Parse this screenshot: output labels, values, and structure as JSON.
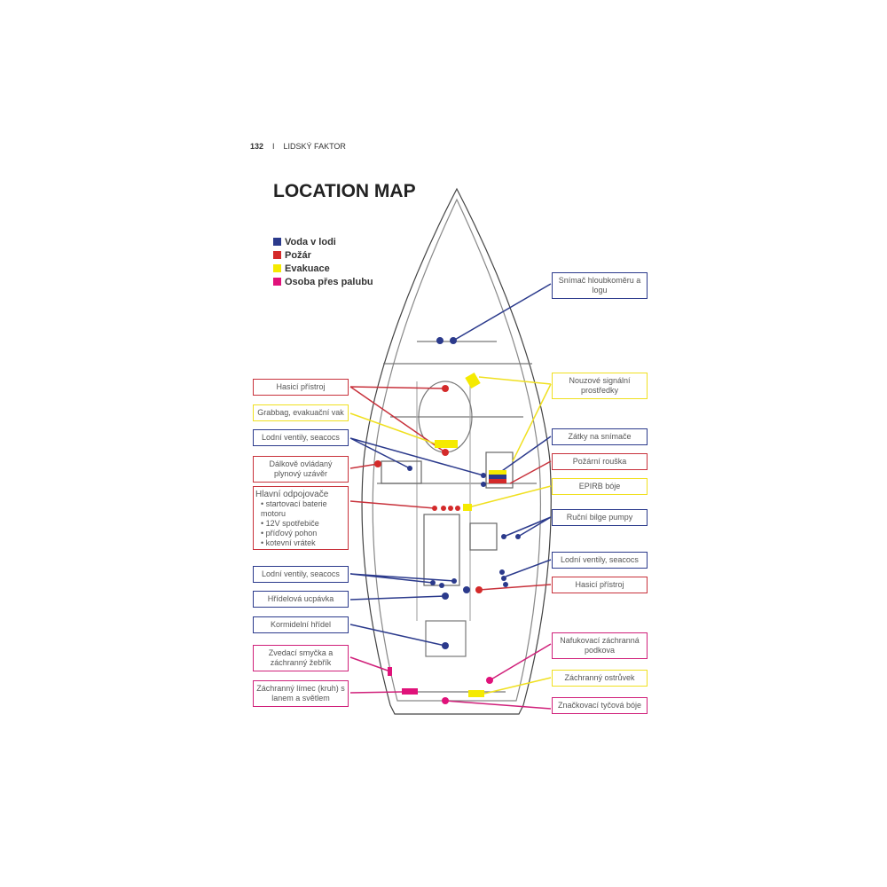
{
  "header": {
    "page": "132",
    "separator": "I",
    "chapter": "LIDSKÝ FAKTOR"
  },
  "title": "LOCATION MAP",
  "legend": [
    {
      "label": "Voda v lodi",
      "color": "#2b3a8c"
    },
    {
      "label": "Požár",
      "color": "#d42a2a"
    },
    {
      "label": "Evakuace",
      "color": "#f5ea00"
    },
    {
      "label": "Osoba přes palubu",
      "color": "#e0127a"
    }
  ],
  "left": {
    "hasici": "Hasicí přístroj",
    "grabbag": "Grabbag, evakuační vak",
    "ventily1": "Lodní ventily, seacocs",
    "dalkove": "Dálkově ovládaný plynový uzávěr",
    "hlavni": {
      "title": "Hlavní odpojovače",
      "items": [
        "startovací baterie motoru",
        "12V spotřebiče",
        "příďový pohon",
        "kotevní vrátek"
      ]
    },
    "ventily2": "Lodní ventily, seacocs",
    "hridelova": "Hřídelová ucpávka",
    "kormidelni": "Kormidelní hřídel",
    "zvedaci": "Zvedací smyčka a záchranný žebřík",
    "limec": "Záchranný límec (kruh) s lanem a světlem"
  },
  "right": {
    "snimac": "Snímač hloubkoměru a logu",
    "nouzove": "Nouzové signální prostředky",
    "zatky": "Zátky na snímače",
    "pozarni": "Požární rouška",
    "epirb": "EPIRB bóje",
    "rucni": "Ruční bilge pumpy",
    "ventily": "Lodní ventily, seacocs",
    "hasici": "Hasicí přístroj",
    "nafukovaci": "Nafukovací záchranná podkova",
    "ostruvek": "Záchranný ostrůvek",
    "znackovaci": "Značkovací tyčová bóje"
  }
}
